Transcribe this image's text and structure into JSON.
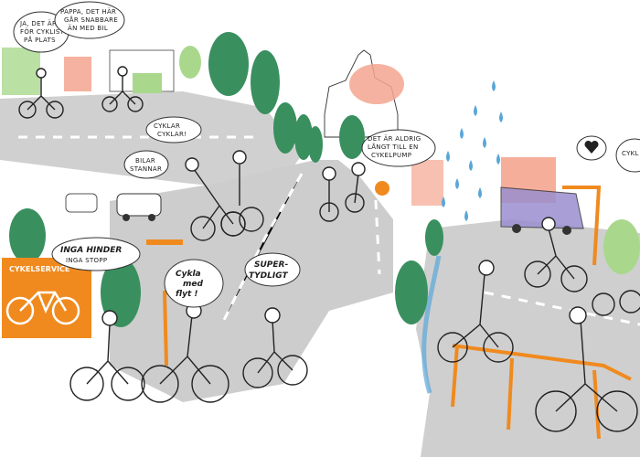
{
  "illustration": {
    "bubbles": {
      "b1": [
        "JA, DET ÄR ALLT",
        "FÖR CYKLISTER",
        "PÅ PLATS"
      ],
      "b2": [
        "PAPPA, DET HÄR",
        "GÅR SNABBARE",
        "ÄN MED BIL"
      ],
      "cyklar": [
        "CYKLAR",
        "CYKLAR!"
      ],
      "bilar": [
        "BILAR",
        "STANNAR"
      ],
      "pump": [
        "DET ÄR ALDRIG",
        "LÅNGT TILL EN",
        "CYKELPUMP"
      ],
      "cyklar_right": [
        "CYKL"
      ],
      "hinder": [
        "INGA HINDER",
        "INGA STOPP"
      ],
      "flyt": [
        "Cykla",
        "med",
        "flyt !"
      ],
      "super": [
        "SUPER-",
        "TYDLIGT"
      ]
    },
    "signs": {
      "cykelservice": "CYKELSERVICE"
    },
    "colors": {
      "accent_orange": "#f08a1f",
      "tree_green": "#3a8f5f",
      "tree_light": "#a9d88d",
      "building_pink": "#f4a58f",
      "road_grey": "#cfcfcf",
      "rain_blue": "#5aa6d8",
      "bus_purple": "#9b8fd0"
    }
  }
}
